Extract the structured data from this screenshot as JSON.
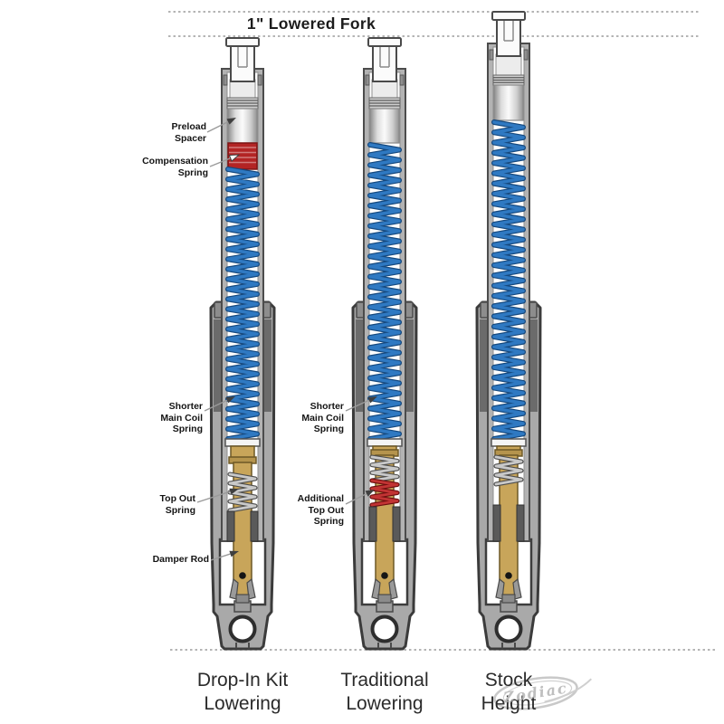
{
  "diagram": {
    "title": "1\" Lowered Fork",
    "labels": {
      "preload_spacer": "Preload\nSpacer",
      "compensation_spring": "Compensation\nSpring",
      "shorter_main_coil_spring_left": "Shorter\nMain Coil\nSpring",
      "top_out_spring": "Top Out\nSpring",
      "damper_rod": "Damper Rod",
      "shorter_main_coil_spring_middle": "Shorter\nMain Coil\nSpring",
      "additional_top_out_spring": "Additional\nTop Out\nSpring"
    },
    "captions": {
      "drop_in": "Drop-In Kit\nLowering",
      "traditional": "Traditional\nLowering",
      "stock": "Stock\nHeight"
    },
    "watermark": "Zodiac",
    "colors": {
      "main_spring_blue": "#2f79c2",
      "main_spring_blue_dark": "#16497e",
      "compensation_spring_red": "#b32424",
      "additional_top_out_red": "#c23434",
      "top_out_spring_gray": "#c9c9c9",
      "damper_rod_tan": "#c8a55a",
      "fork_leg_gray": "#a9a9a9",
      "tube_gray": "#b3b3b3",
      "outline": "#3b3b3b",
      "dashed_line": "#9b9b9b"
    }
  }
}
